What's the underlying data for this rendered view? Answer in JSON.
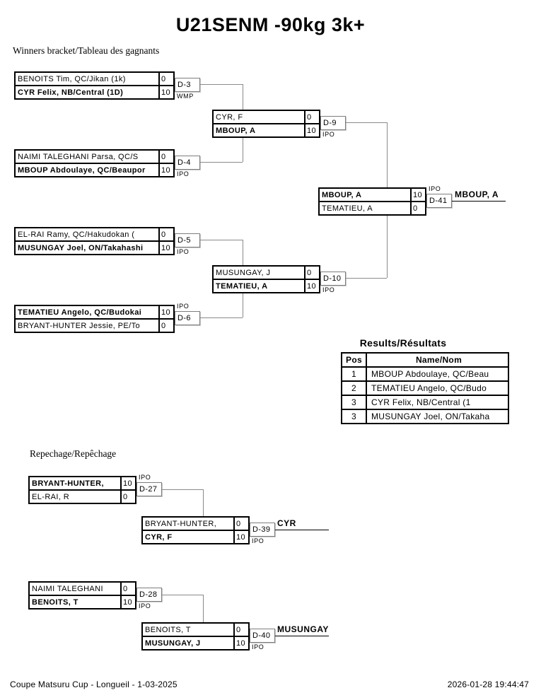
{
  "page": {
    "title": "U21SENM -90kg 3k+",
    "winners_section_label": "Winners bracket/Tableau des gagnants",
    "repechage_section_label": "Repechage/Repêchage"
  },
  "matches": {
    "d3": {
      "tag": "D-3",
      "method": "WMP",
      "top": {
        "name": "BENOITS Tim, QC/Jikan (1k)",
        "score": "0",
        "winner": false
      },
      "bottom": {
        "name": "CYR Felix, NB/Central (1D)",
        "score": "10",
        "winner": true
      }
    },
    "d4": {
      "tag": "D-4",
      "method": "IPO",
      "top": {
        "name": "NAIMI TALEGHANI Parsa, QC/S",
        "score": "0",
        "winner": false
      },
      "bottom": {
        "name": "MBOUP Abdoulaye, QC/Beaupor",
        "score": "10",
        "winner": true
      }
    },
    "d5": {
      "tag": "D-5",
      "method": "IPO",
      "top": {
        "name": "EL-RAI Ramy, QC/Hakudokan (",
        "score": "0",
        "winner": false
      },
      "bottom": {
        "name": "MUSUNGAY Joel, ON/Takahashi",
        "score": "10",
        "winner": true
      }
    },
    "d6": {
      "tag": "D-6",
      "method": "IPO",
      "top": {
        "name": "TEMATIEU Angelo, QC/Budokai",
        "score": "10",
        "winner": true
      },
      "bottom": {
        "name": "BRYANT-HUNTER Jessie, PE/To",
        "score": "0",
        "winner": false
      }
    },
    "d9": {
      "tag": "D-9",
      "method": "IPO",
      "top": {
        "name": "CYR, F",
        "score": "0",
        "winner": false
      },
      "bottom": {
        "name": "MBOUP, A",
        "score": "10",
        "winner": true
      }
    },
    "d10": {
      "tag": "D-10",
      "method": "IPO",
      "top": {
        "name": "MUSUNGAY, J",
        "score": "0",
        "winner": false
      },
      "bottom": {
        "name": "TEMATIEU, A",
        "score": "10",
        "winner": true
      }
    },
    "d41": {
      "tag": "D-41",
      "method": "IPO",
      "top": {
        "name": "MBOUP, A",
        "score": "10",
        "winner": true
      },
      "bottom": {
        "name": "TEMATIEU, A",
        "score": "0",
        "winner": false
      }
    },
    "d27": {
      "tag": "D-27",
      "method": "IPO",
      "top": {
        "name": "BRYANT-HUNTER,",
        "score": "10",
        "winner": true
      },
      "bottom": {
        "name": "EL-RAI, R",
        "score": "0",
        "winner": false
      }
    },
    "d28": {
      "tag": "D-28",
      "method": "IPO",
      "top": {
        "name": "NAIMI TALEGHANI",
        "score": "0",
        "winner": false
      },
      "bottom": {
        "name": "BENOITS, T",
        "score": "10",
        "winner": true
      }
    },
    "d39": {
      "tag": "D-39",
      "method": "IPO",
      "top": {
        "name": "BRYANT-HUNTER,",
        "score": "0",
        "winner": false
      },
      "bottom": {
        "name": "CYR, F",
        "score": "10",
        "winner": true
      }
    },
    "d40": {
      "tag": "D-40",
      "method": "IPO",
      "top": {
        "name": "BENOITS, T",
        "score": "0",
        "winner": false
      },
      "bottom": {
        "name": "MUSUNGAY, J",
        "score": "10",
        "winner": true
      }
    }
  },
  "advancing": {
    "final_winner": "MBOUP, A",
    "repechage_winner_a": "CYR",
    "repechage_winner_b": "MUSUNGAY"
  },
  "results": {
    "title": "Results/Résultats",
    "headers": {
      "pos": "Pos",
      "name": "Name/Nom"
    },
    "rows": [
      {
        "pos": "1",
        "name": "MBOUP Abdoulaye, QC/Beau"
      },
      {
        "pos": "2",
        "name": "TEMATIEU Angelo, QC/Budo"
      },
      {
        "pos": "3",
        "name": "CYR Felix, NB/Central (1"
      },
      {
        "pos": "3",
        "name": "MUSUNGAY Joel, ON/Takaha"
      }
    ]
  },
  "footer": {
    "left": "Coupe Matsuru Cup - Longueil - 1-03-2025",
    "right": "2026-01-28 19:44:47"
  }
}
